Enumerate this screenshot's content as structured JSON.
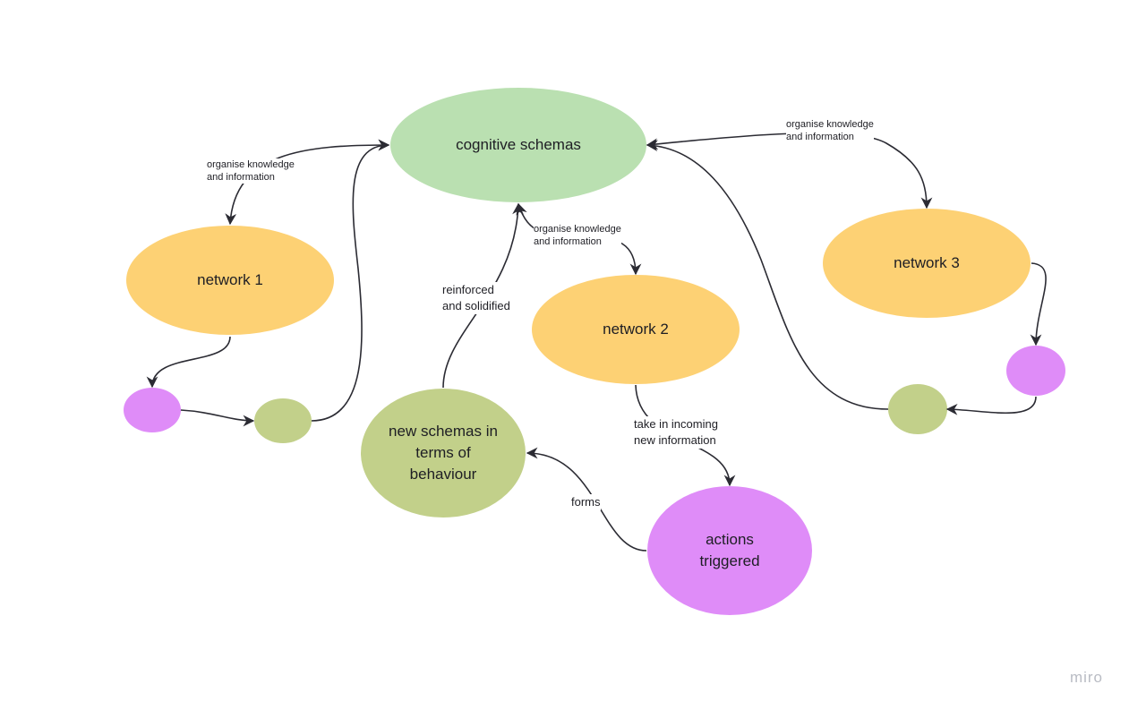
{
  "colors": {
    "green_light": "#bae0b1",
    "orange": "#fdd174",
    "olive": "#c2d08a",
    "purple": "#df8cf8",
    "line": "#2b2b33",
    "brand": "#b9bcc4"
  },
  "nodes": {
    "cognitive_schemas": "cognitive schemas",
    "network_1": "network 1",
    "network_2": "network 2",
    "network_3": "network 3",
    "new_schemas": "new schemas in terms of behaviour",
    "actions_triggered": "actions triggered"
  },
  "edge_labels": {
    "organise_left": "organise knowledge\nand information",
    "organise_center": "organise knowledge\nand information",
    "organise_right": "organise knowledge\nand information",
    "reinforced": "reinforced\nand solidified",
    "take_in": "take in incoming\nnew information",
    "forms": "forms"
  },
  "brand": "miro"
}
